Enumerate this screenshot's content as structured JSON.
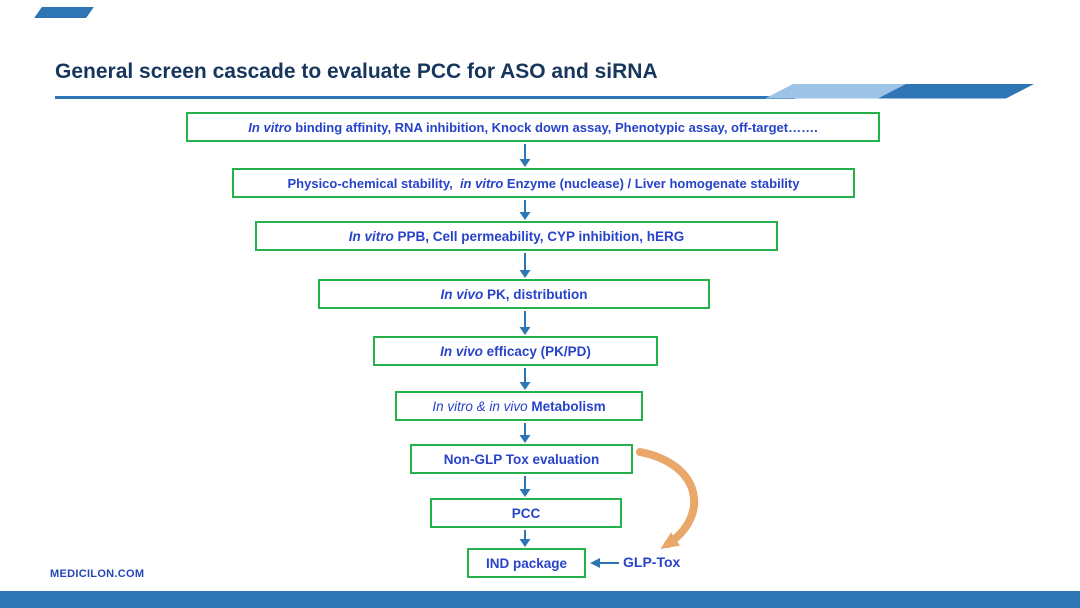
{
  "slide": {
    "title": "General screen cascade to evaluate PCC for ASO and siRNA",
    "footer_url": "MEDICILON.COM"
  },
  "colors": {
    "box_border_green": "#25B14B",
    "box_text_blue": "#2743C9",
    "title_navy": "#17365D",
    "accent_blue": "#2E75B6",
    "accent_light_blue": "#9DC3E6",
    "orange_arrow": "#E9A869"
  },
  "cascade": {
    "boxes": [
      {
        "pre": "",
        "italic": "In vitro",
        "post": " binding affinity, RNA inhibition, Knock down assay, Phenotypic assay, off-target……."
      },
      {
        "pre": "Physico-chemical stability,  ",
        "italic": "in vitro",
        "post": " Enzyme (nuclease) / Liver homogenate stability"
      },
      {
        "pre": "",
        "italic": "In vitro",
        "post": " PPB, Cell permeability, CYP inhibition, hERG"
      },
      {
        "pre": "",
        "italic": "In vivo",
        "post": " PK, distribution"
      },
      {
        "pre": "",
        "italic": "In vivo",
        "post": " efficacy (PK/PD)"
      },
      {
        "pre": "",
        "italic": "In vitro & in vivo",
        "post": " Metabolism"
      },
      {
        "pre": "",
        "italic": "",
        "post": "Non-GLP Tox evaluation"
      },
      {
        "pre": "",
        "italic": "",
        "post": "PCC"
      },
      {
        "pre": "",
        "italic": "",
        "post": "IND package"
      }
    ],
    "side_label": "GLP-Tox"
  }
}
